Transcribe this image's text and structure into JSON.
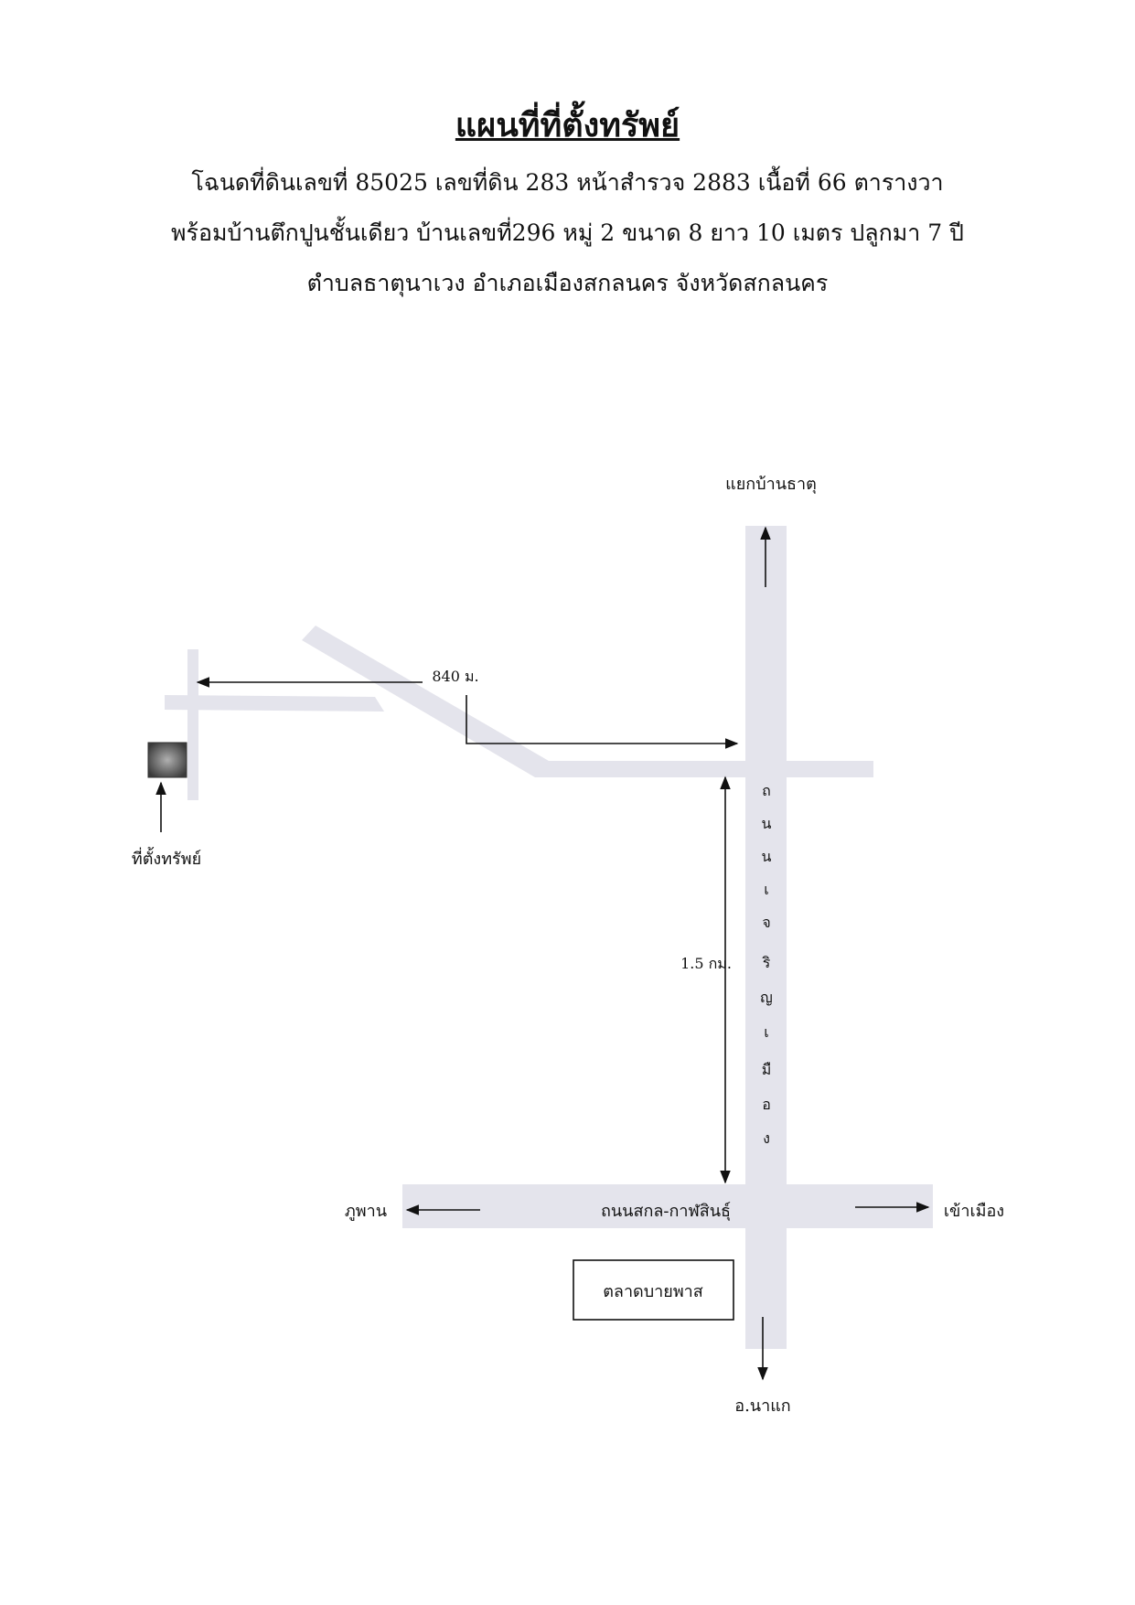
{
  "header": {
    "title": "แผนที่ที่ตั้งทรัพย์",
    "line1": "โฉนดที่ดินเลขที่ 85025   เลขที่ดิน 283   หน้าสำรวจ 2883  เนื้อที่ 66 ตารางวา",
    "line2": "พร้อมบ้านตึกปูนชั้นเดียว บ้านเลขที่296  หมู่ 2   ขนาด 8 ยาว 10 เมตร ปลูกมา 7  ปี",
    "line3": "ตำบลธาตุนาเวง  อำเภอเมืองสกลนคร  จังหวัดสกลนคร"
  },
  "map": {
    "north_label": "แยกบ้านธาตุ",
    "south_label": "อ.นาแก",
    "west_label": "ภูพาน",
    "east_label": "เข้าเมือง",
    "distance_top": "840 ม.",
    "distance_vertical": "1.5 กม.",
    "property_label": "ที่ตั้งทรัพย์",
    "main_road_chars": [
      "ถ",
      "น",
      "น",
      "เ",
      "จ",
      "ริ",
      "ญ",
      "เ",
      "มื",
      "อ",
      "ง"
    ],
    "cross_road_label": "ถนนสกล-กาฬสินธุ์",
    "market_label": "ตลาดบายพาส",
    "colors": {
      "road": "#e4e4ec",
      "ink": "#111111",
      "property": "#6a6a6a"
    }
  }
}
